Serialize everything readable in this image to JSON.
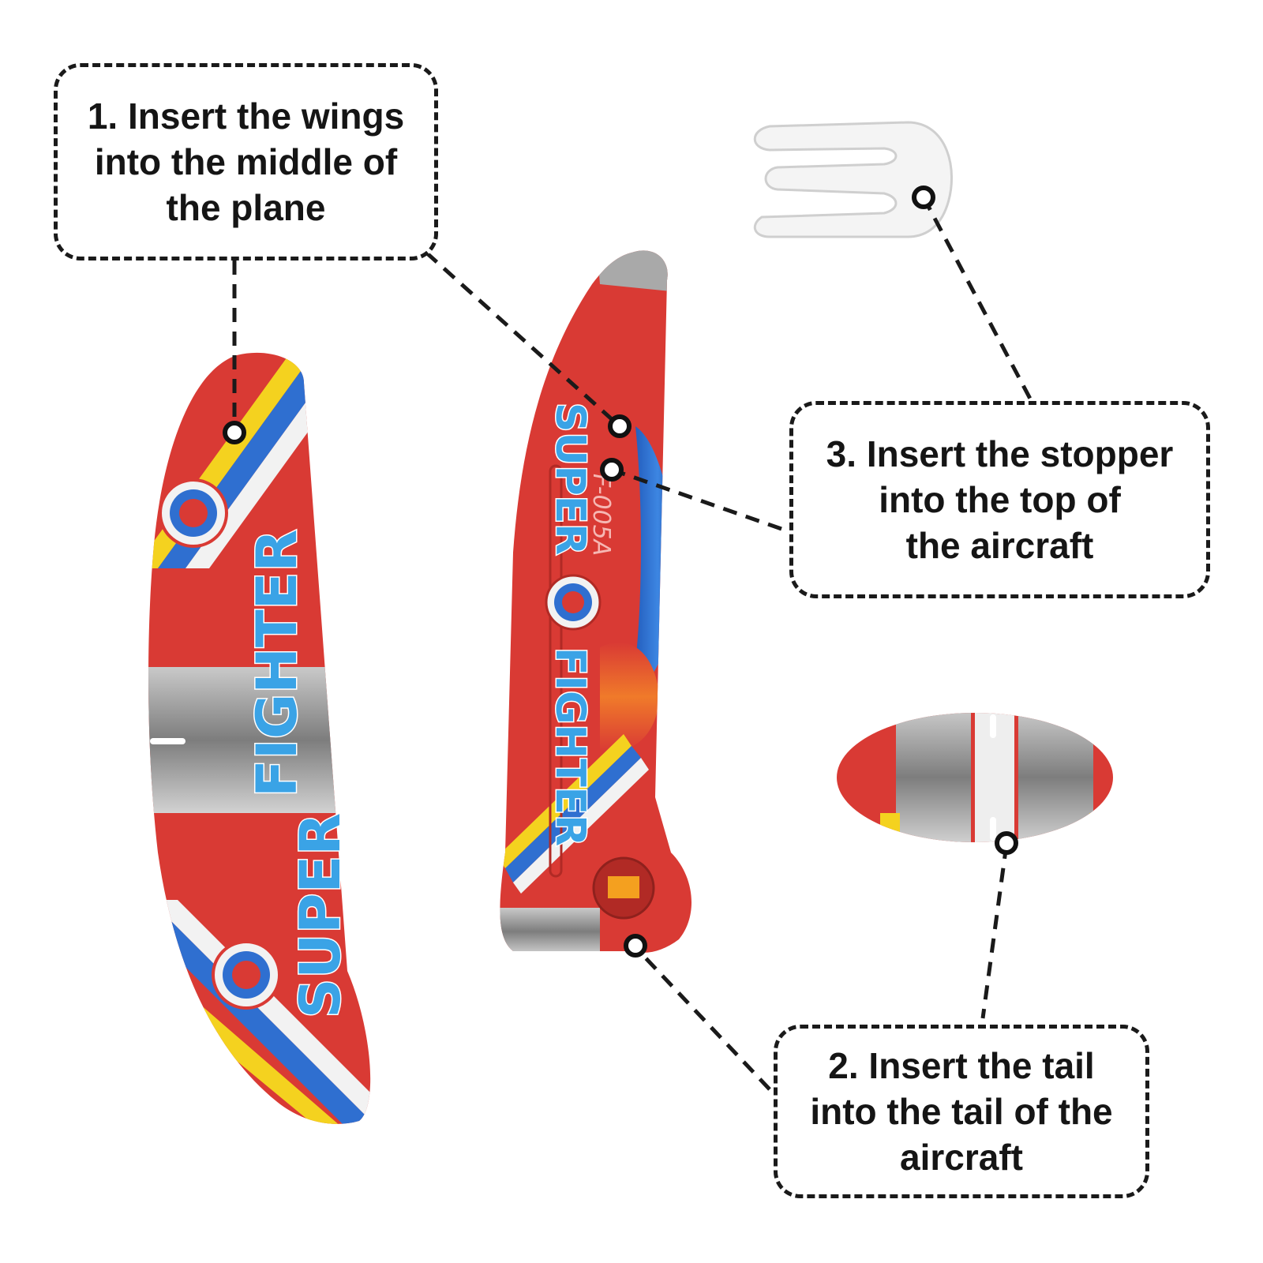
{
  "callouts": {
    "wings": {
      "lines": [
        "1. Insert the wings",
        "into the middle of",
        "the plane"
      ]
    },
    "stopper": {
      "lines": [
        "3. Insert the stopper",
        "into the top of",
        "the aircraft"
      ]
    },
    "tail": {
      "lines": [
        "2. Insert the tail",
        "into the tail of the",
        "aircraft"
      ]
    }
  },
  "parts": {
    "wing_label_top": "FIGHTER",
    "wing_label_bottom": "SUPER",
    "fuselage_label_top": "SUPER",
    "fuselage_label_bottom": "FIGHTER",
    "fuselage_code": "F-005A"
  },
  "colors": {
    "foam_red": "#d93a34",
    "stripe_yellow": "#f4d21f",
    "stripe_blue": "#2f6fd0",
    "stripe_white": "#f2f2f2",
    "band_gray": "#9a9a9a",
    "canopy_blue": "#2d6fd6",
    "line_black": "#1a1a1a"
  }
}
